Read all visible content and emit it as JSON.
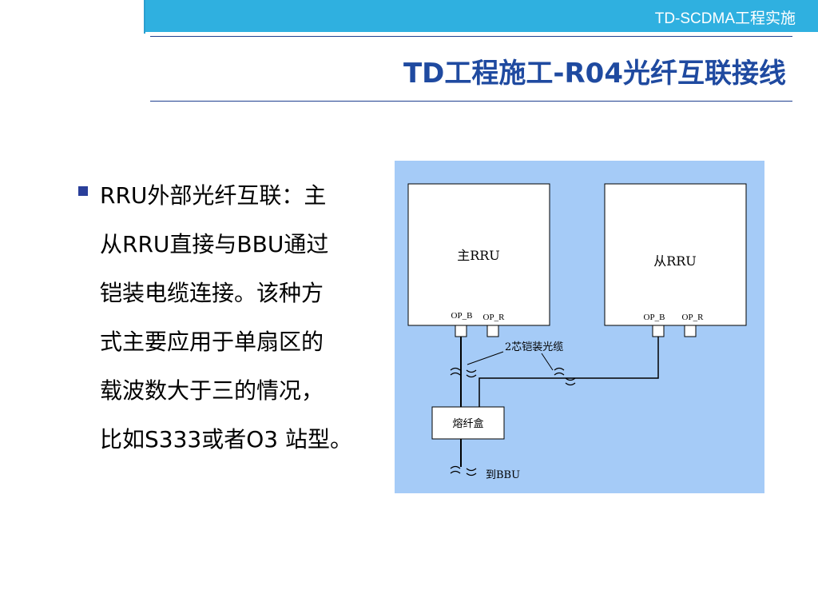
{
  "header": {
    "brand": "TD-SCDMA工程实施"
  },
  "slide": {
    "title": "TD工程施工-R04光纤互联接线"
  },
  "bullet": {
    "lines": [
      "RRU外部光纤互联：主",
      "从RRU直接与BBU通过",
      "铠装电缆连接。该种方",
      "式主要应用于单扇区的",
      "载波数大于三的情况，",
      "比如S333或者O3 站型。"
    ]
  },
  "diagram": {
    "master_rru": "主RRU",
    "slave_rru": "从RRU",
    "master_port_b": "OP_B",
    "master_port_r": "OP_R",
    "slave_port_b": "OP_B",
    "slave_port_r": "OP_R",
    "cable_label": "2芯铠装光缆",
    "fusion_box": "熔纤盒",
    "to_bbu": "到BBU"
  },
  "colors": {
    "header_bar": "#2fb0e0",
    "title": "#1f4aa0",
    "diagram_bg": "#a5cbf7",
    "bullet": "#2a3f9a"
  }
}
